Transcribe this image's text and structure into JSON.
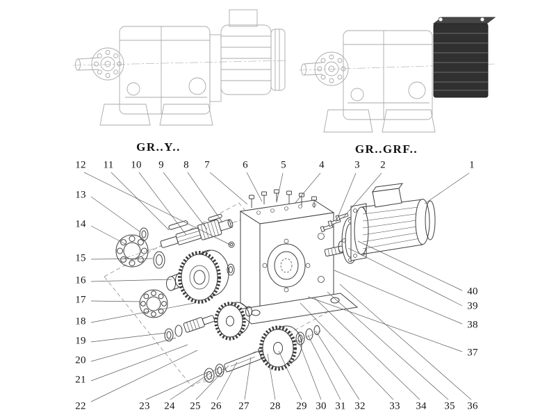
{
  "diagram": {
    "left_variant_label": "GR..Y..",
    "right_variant_label": "GR..GRF.."
  },
  "callouts": {
    "top": [
      "12",
      "11",
      "10",
      "9",
      "8",
      "7",
      "6",
      "5",
      "4",
      "3",
      "2",
      "1"
    ],
    "left": [
      "13",
      "14",
      "15",
      "16",
      "17",
      "18",
      "19",
      "20",
      "21",
      "22"
    ],
    "bottom": [
      "23",
      "24",
      "25",
      "26",
      "27",
      "28",
      "29",
      "30",
      "31",
      "32",
      "33",
      "34",
      "35",
      "36"
    ],
    "right": [
      "40",
      "39",
      "38",
      "37"
    ]
  }
}
